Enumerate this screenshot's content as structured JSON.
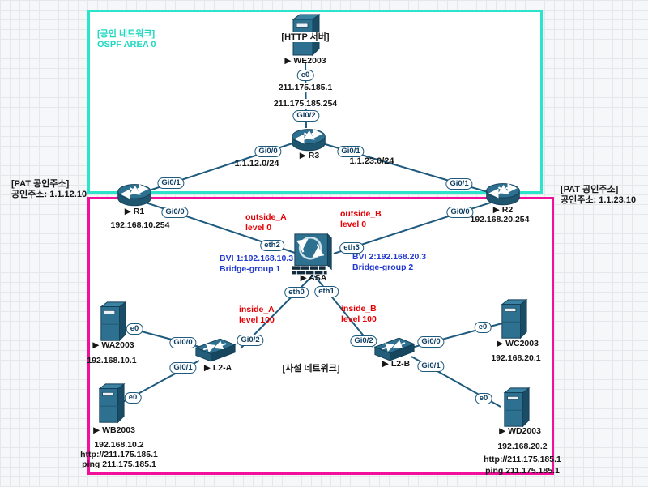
{
  "regions": {
    "public": {
      "label": "[공인 네트워크]",
      "sublabel": "OSPF AREA 0"
    },
    "private": {
      "label": "[사설 네트워크]"
    }
  },
  "annotations": {
    "pat_left": {
      "line1": "[PAT 공인주소]",
      "line2": "공인주소: 1.1.12.10"
    },
    "pat_right": {
      "line1": "[PAT 공인주소]",
      "line2": "공인주소: 1.1.23.10"
    },
    "outside_a": {
      "line1": "outside_A",
      "line2": "level 0"
    },
    "outside_b": {
      "line1": "outside_B",
      "line2": "level 0"
    },
    "inside_a": {
      "line1": "inside_A",
      "line2": "level 100"
    },
    "inside_b": {
      "line1": "inside_B",
      "line2": "level 100"
    },
    "bvi1": {
      "line1": "BVI 1:192.168.10.3",
      "line2": "Bridge-group 1"
    },
    "bvi2": {
      "line1": "BVI 2:192.168.20.3",
      "line2": "Bridge-group 2"
    },
    "net_12": "1.1.12.0/24",
    "net_23": "1.1.23.0/24"
  },
  "nodes": {
    "we2003": {
      "title": "[HTTP 서버]",
      "name": "▶ WE2003",
      "ip": "211.175.185.1",
      "gateway_ip": "211.175.185.254"
    },
    "r3": {
      "name": "▶ R3"
    },
    "r1": {
      "name": "▶ R1",
      "ip": "192.168.10.254"
    },
    "r2": {
      "name": "▶ R2",
      "ip": "192.168.20.254"
    },
    "asa": {
      "name": "▶ ASA"
    },
    "l2a": {
      "name": "▶ L2-A"
    },
    "l2b": {
      "name": "▶ L2-B"
    },
    "wa2003": {
      "name": "▶ WA2003",
      "ip": "192.168.10.1"
    },
    "wb2003": {
      "name": "▶ WB2003",
      "ip": "192.168.10.2",
      "http": "http://211.175.185.1",
      "ping": "ping 211.175.185.1"
    },
    "wc2003": {
      "name": "▶ WC2003",
      "ip": "192.168.20.1"
    },
    "wd2003": {
      "name": "▶ WD2003",
      "ip": "192.168.20.2",
      "http": "http://211.175.185.1",
      "ping": "ping 211.175.185.1"
    }
  },
  "ports": {
    "we2003_e0": "e0",
    "r3_gi02": "Gi0/2",
    "r3_gi00": "Gi0/0",
    "r3_gi01": "Gi0/1",
    "r1_gi01": "Gi0/1",
    "r1_gi00": "Gi0/0",
    "r2_gi01": "Gi0/1",
    "r2_gi00": "Gi0/0",
    "asa_eth2": "eth2",
    "asa_eth3": "eth3",
    "asa_eth0": "eth0",
    "asa_eth1": "eth1",
    "l2a_gi00": "Gi0/0",
    "l2a_gi01": "Gi0/1",
    "l2a_gi02": "Gi0/2",
    "l2b_gi02": "Gi0/2",
    "l2b_gi00": "Gi0/0",
    "l2b_gi01": "Gi0/1",
    "wa2003_e0": "e0",
    "wb2003_e0": "e0",
    "wc2003_e0": "e0",
    "wd2003_e0": "e0"
  },
  "colors": {
    "public_border": "#2be4cb",
    "private_border": "#f2109b",
    "link": "#1d5a7d",
    "node_fill": "#2e7090",
    "label_red": "#e60004",
    "label_blue": "#2239d0",
    "label_cyan": "#1fd9c2"
  }
}
